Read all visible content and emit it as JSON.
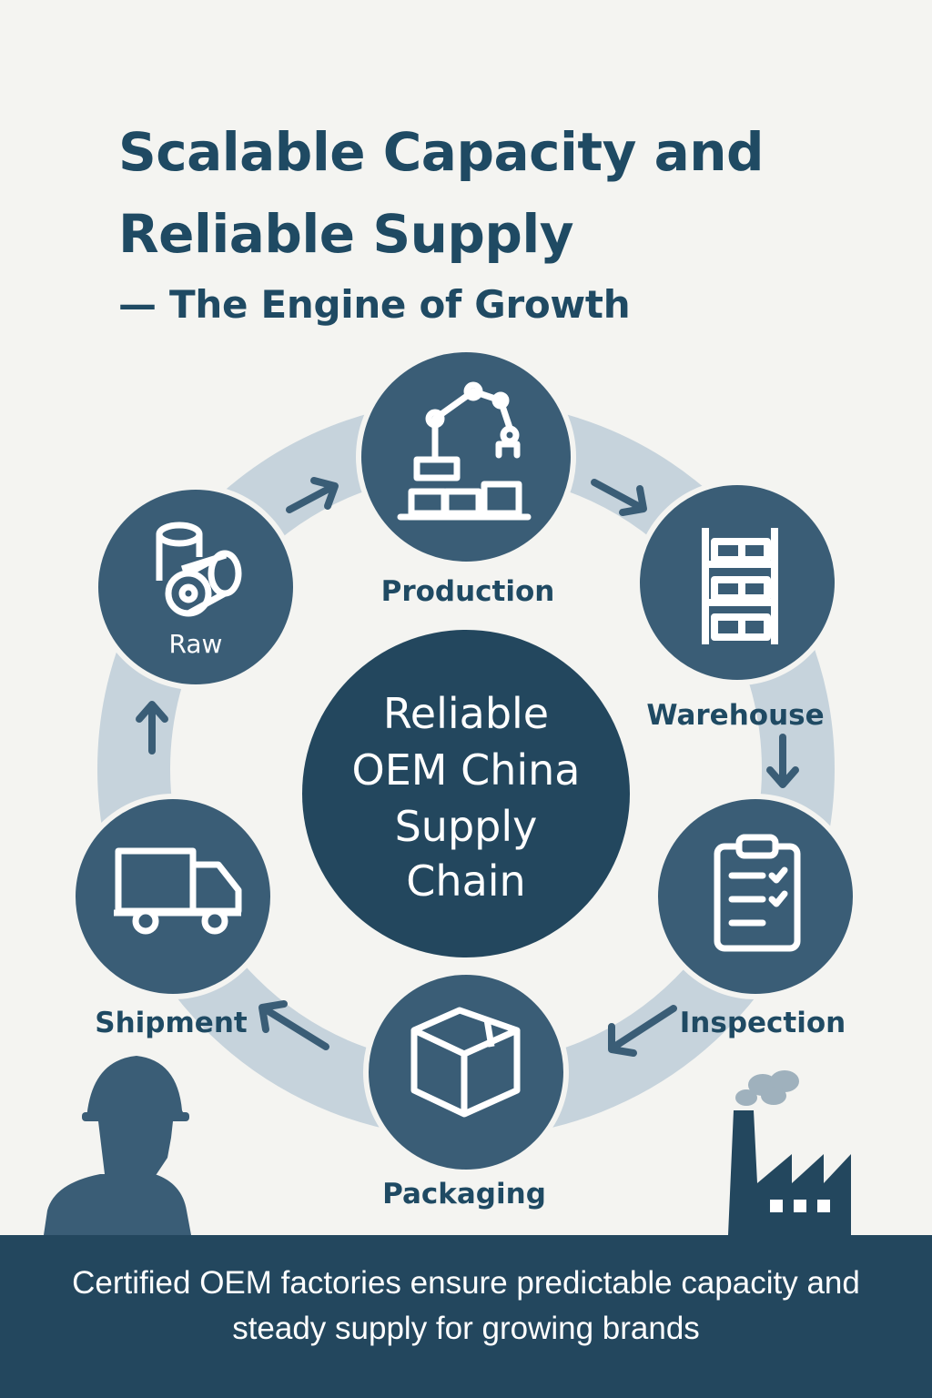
{
  "header": {
    "title": "Scalable Capacity and Reliable Supply",
    "subtitle": "— The Engine of Growth"
  },
  "center": {
    "lines": [
      "Reliable",
      "OEM China",
      "Supply",
      "Chain"
    ]
  },
  "stages": [
    {
      "id": "production",
      "label": "Production",
      "icon": "robotic-arm-icon"
    },
    {
      "id": "warehouse",
      "label": "Warehouse",
      "icon": "shelving-icon"
    },
    {
      "id": "inspection",
      "label": "Inspection",
      "icon": "clipboard-checklist-icon"
    },
    {
      "id": "packaging",
      "label": "Packaging",
      "icon": "box-icon"
    },
    {
      "id": "shipment",
      "label": "Shipment",
      "icon": "truck-icon"
    },
    {
      "id": "raw",
      "label": "Raw",
      "icon": "material-rolls-icon"
    }
  ],
  "footer": {
    "text": "Certified OEM factories ensure predictable capacity and steady supply for growing brands"
  },
  "colors": {
    "background": "#f4f4f1",
    "primary": "#3a5d76",
    "dark": "#23475e",
    "ring": "#c6d3dc",
    "text": "#1f4a63"
  }
}
